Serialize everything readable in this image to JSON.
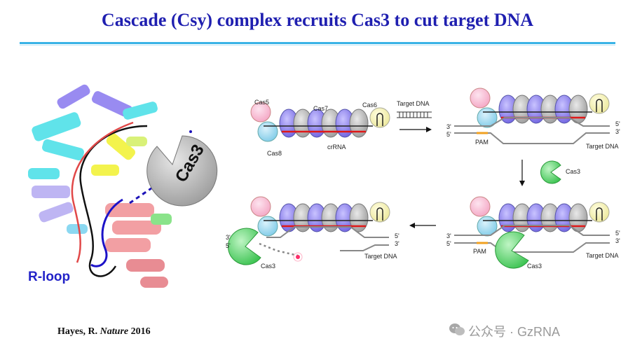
{
  "title": "Cascade (Csy) complex recruits Cas3 to cut target DNA",
  "structure": {
    "rloop_label": "R-loop",
    "cas3_label": "Cas3"
  },
  "panel1": {
    "cas5": "Cas5",
    "cas7": "Cas7",
    "cas6": "Cas6",
    "cas8": "Cas8",
    "crrna": "crRNA",
    "target_dna": "Target DNA"
  },
  "panel2": {
    "three_prime": "3'",
    "five_prime": "5'",
    "five_prime_r": "5'",
    "three_prime_r": "3'",
    "pam": "PAM",
    "target_dna": "Target DNA",
    "cas3": "Cas3"
  },
  "panel3": {
    "three_prime": "3'",
    "five_prime": "5'",
    "five_prime_r": "5'",
    "three_prime_r": "3'",
    "pam": "PAM",
    "target_dna": "Target DNA",
    "cas3": "Cas3"
  },
  "panel4": {
    "three_prime": "3'",
    "five_prime": "5'",
    "five_prime_r": "5'",
    "three_prime_r": "3'",
    "target_dna": "Target DNA",
    "cas3": "Cas3"
  },
  "citation": {
    "author": "Hayes, R.",
    "journal": "Nature",
    "year": "2016"
  },
  "watermark": "公众号 · GzRNA"
}
